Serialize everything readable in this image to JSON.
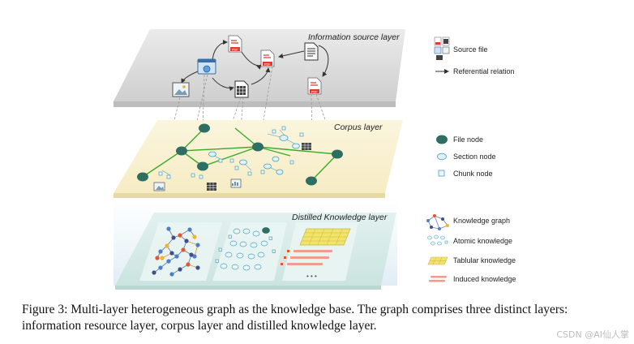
{
  "layers": {
    "source": "Information source layer",
    "corpus": "Corpus layer",
    "distilled": "Distilled Knowledge layer"
  },
  "file_tags": {
    "pdf": "PDF"
  },
  "legend": {
    "source_file": "Source file",
    "referential_relation": "Referential relation",
    "file_node": "File node",
    "section_node": "Section node",
    "chunk_node": "Chunk node",
    "knowledge_graph": "Knowledge graph",
    "atomic_knowledge": "Atomic knowledge",
    "tabular_knowledge": "Tablular knowledge",
    "induced_knowledge": "Induced knowledge"
  },
  "ellipsis": "• • •",
  "caption": "Figure 3: Multi-layer heterogeneous graph as the knowledge base. The graph comprises three distinct layers: information resource layer, corpus layer and distilled knowledge layer.",
  "watermark": "CSDN @AI仙人掌",
  "colors": {
    "source_plane": "#d9d9d9",
    "corpus_plane": "#fbf3d9",
    "distilled_plane": "#d7ece9",
    "file_node": "#2f6e63",
    "graph_edge": "#3caa2a",
    "pdf_red": "#e23b2e",
    "section_node": "#dff2f7",
    "node_stroke": "#4aa3bd",
    "tabular": "#f2e36b",
    "induced": "#f19a8e"
  }
}
